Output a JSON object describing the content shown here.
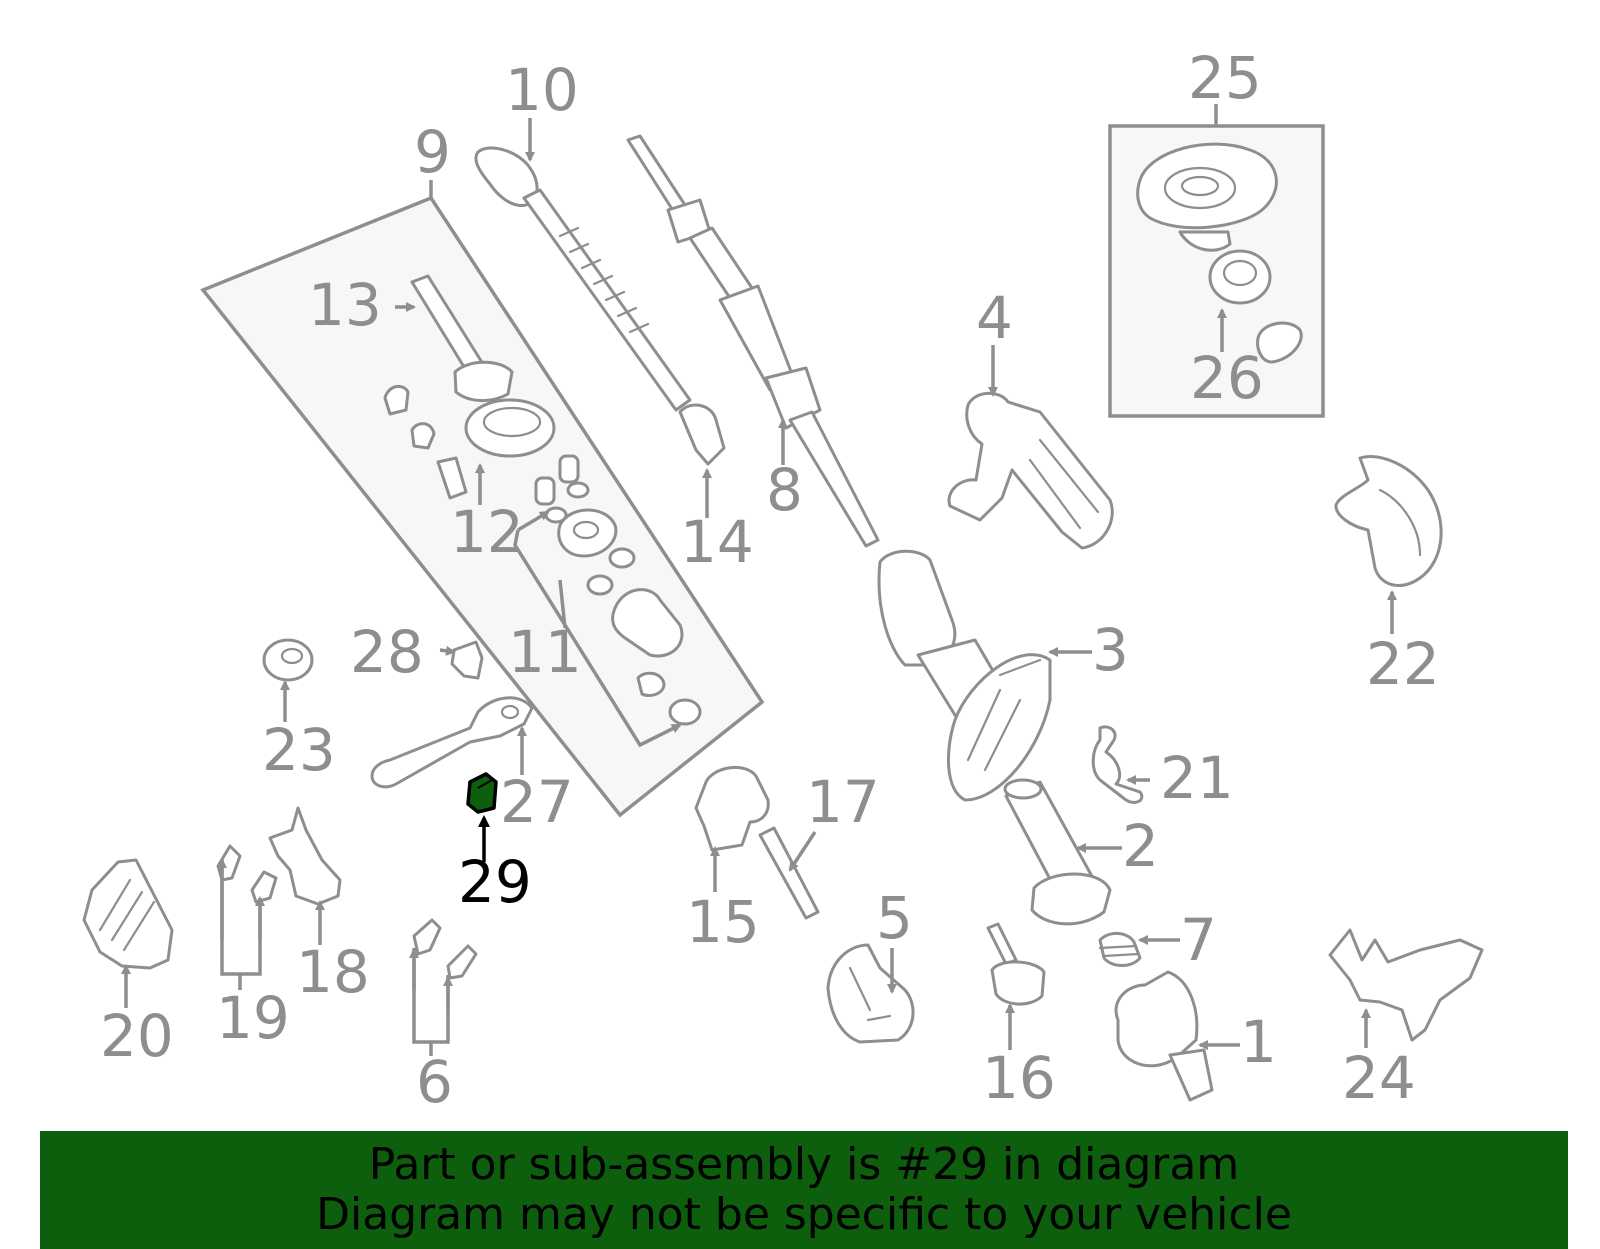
{
  "diagram": {
    "highlighted_part": "29",
    "highlight_color": "#0d5e0d",
    "line_color": "#8e8e8e",
    "callouts": [
      "1",
      "2",
      "3",
      "4",
      "5",
      "6",
      "7",
      "8",
      "9",
      "10",
      "11",
      "12",
      "13",
      "14",
      "15",
      "16",
      "17",
      "18",
      "19",
      "20",
      "21",
      "22",
      "23",
      "24",
      "25",
      "26",
      "27",
      "28",
      "29"
    ]
  },
  "banner": {
    "line1": "Part or sub-assembly is #29 in diagram",
    "line2": "Diagram may not be specific to your vehicle",
    "background": "#0d5e0d"
  }
}
